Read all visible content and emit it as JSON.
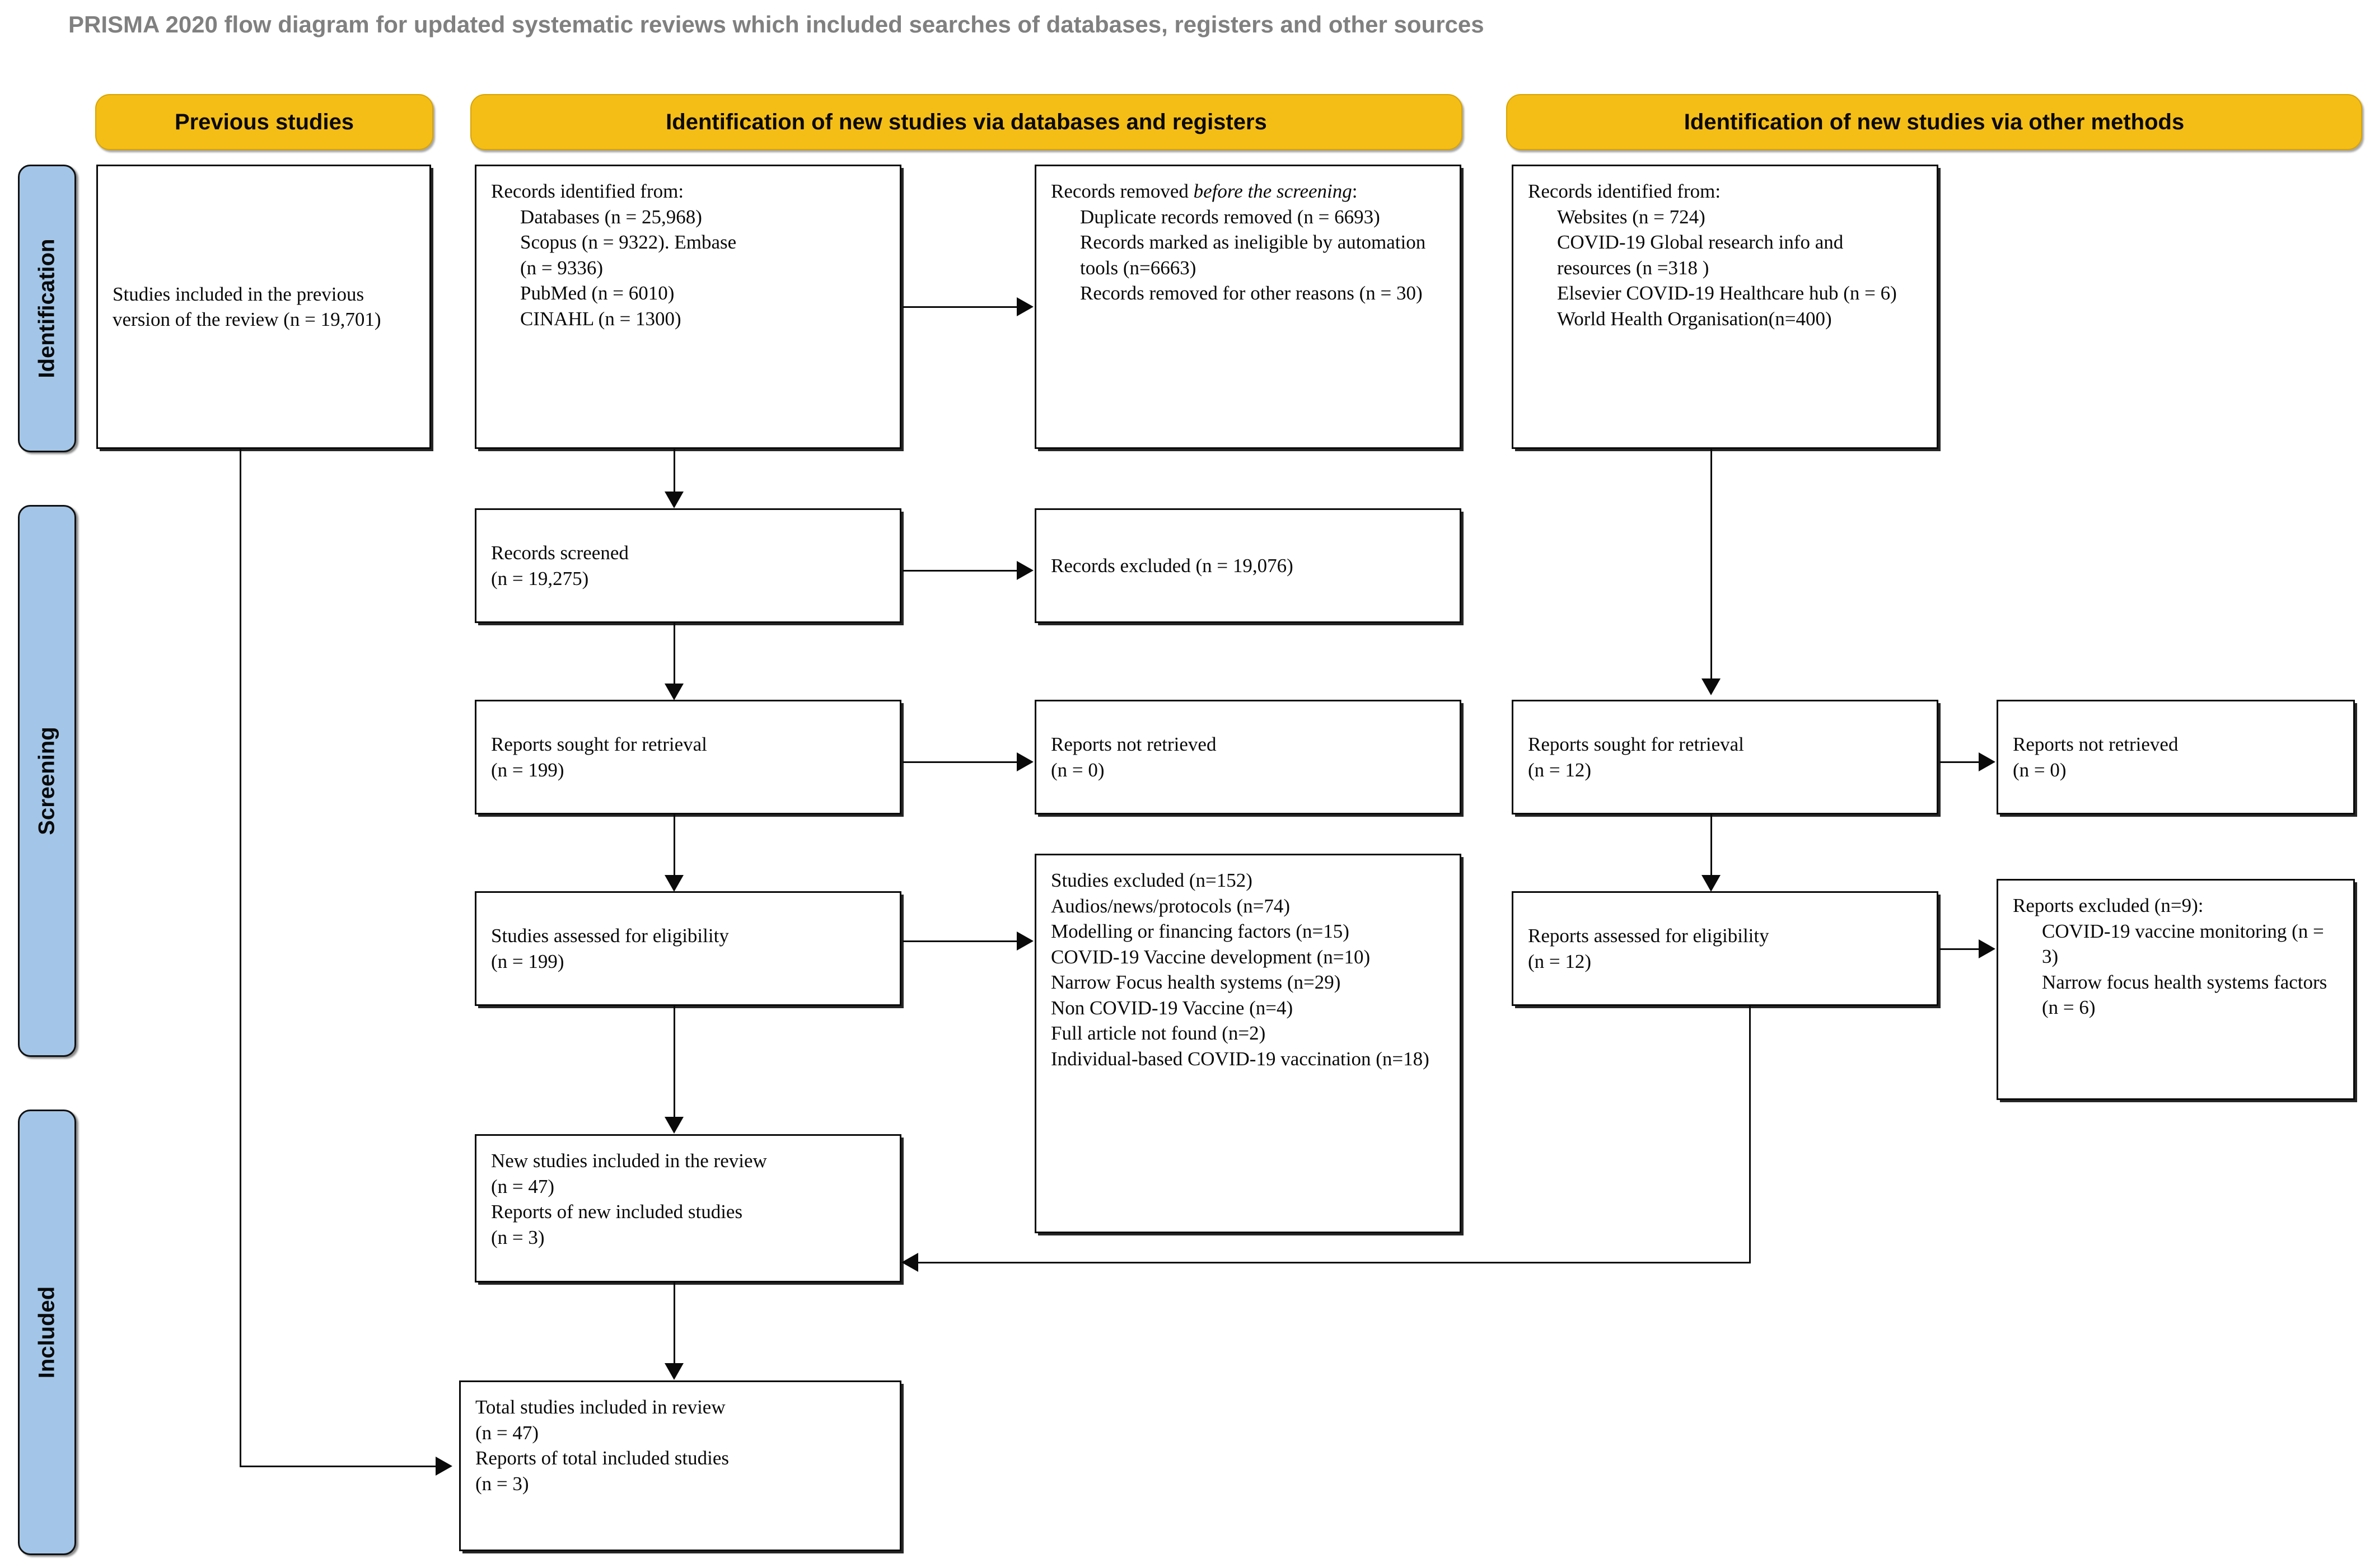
{
  "title": "PRISMA 2020 flow diagram for updated systematic reviews which included searches of databases, registers and other sources",
  "colors": {
    "banner_yellow": "#F5BE17",
    "stage_blue": "#A3C6E8",
    "box_border": "#0A0A0A",
    "title_grey": "#808080"
  },
  "banners": {
    "previous": "Previous studies",
    "databases": "Identification of new studies via databases and registers",
    "other": "Identification of new studies via other methods"
  },
  "stages": {
    "identification": "Identification",
    "screening": "Screening",
    "included": "Included"
  },
  "boxes": {
    "previous_studies": {
      "lines": [
        {
          "text": "Studies included in the previous version of the review (n = 19,701)",
          "indent": false
        }
      ]
    },
    "records_identified": {
      "lines": [
        {
          "text": "Records identified from:",
          "indent": false
        },
        {
          "text": "Databases (n = 25,968)",
          "indent": true
        },
        {
          "text": "Scopus (n = 9322).          Embase",
          "indent": true
        },
        {
          "text": "(n = 9336)",
          "indent": true
        },
        {
          "text": "PubMed (n = 6010)",
          "indent": true
        },
        {
          "text": "CINAHL (n = 1300)",
          "indent": true
        }
      ]
    },
    "records_removed": {
      "heading_plain": "Records removed ",
      "heading_italic": "before the screening",
      "heading_tail": ":",
      "lines": [
        {
          "text": "Duplicate records removed (n = 6693)",
          "indent": true
        },
        {
          "text": "Records marked as ineligible by automation tools (n=6663)",
          "indent": true
        },
        {
          "text": "Records removed for other reasons (n = 30)",
          "indent": true
        }
      ]
    },
    "records_identified_other": {
      "lines": [
        {
          "text": "Records identified from:",
          "indent": false
        },
        {
          "text": "Websites (n = 724)",
          "indent": true
        },
        {
          "text": "COVID-19 Global research info and resources (n =318 )",
          "indent": true
        },
        {
          "text": "Elsevier COVID-19 Healthcare hub (n = 6)",
          "indent": true
        },
        {
          "text": "World Health Organisation(n=400)",
          "indent": true
        }
      ]
    },
    "records_screened": {
      "lines": [
        {
          "text": "Records screened",
          "indent": false
        },
        {
          "text": "(n = 19,275)",
          "indent": false
        }
      ]
    },
    "records_excluded": {
      "lines": [
        {
          "text": "Records excluded (n = 19,076)",
          "indent": false
        }
      ]
    },
    "reports_sought_db": {
      "lines": [
        {
          "text": "Reports sought for retrieval",
          "indent": false
        },
        {
          "text": "(n = 199)",
          "indent": false
        }
      ]
    },
    "reports_not_retrieved_db": {
      "lines": [
        {
          "text": "Reports not retrieved",
          "indent": false
        },
        {
          "text": "(n = 0)",
          "indent": false
        }
      ]
    },
    "studies_assessed": {
      "lines": [
        {
          "text": "Studies assessed for eligibility",
          "indent": false
        },
        {
          "text": "(n = 199)",
          "indent": false
        }
      ]
    },
    "studies_excluded": {
      "lines": [
        {
          "text": "Studies excluded (n=152)",
          "indent": false
        },
        {
          "text": "Audios/news/protocols (n=74)",
          "indent": false
        },
        {
          "text": "Modelling or financing factors (n=15)",
          "indent": false
        },
        {
          "text": "COVID-19 Vaccine development (n=10)",
          "indent": false
        },
        {
          "text": "Narrow Focus health systems (n=29)",
          "indent": false
        },
        {
          "text": "Non COVID-19 Vaccine (n=4)",
          "indent": false
        },
        {
          "text": "Full article not found (n=2)",
          "indent": false
        },
        {
          "text": "Individual-based COVID-19 vaccination (n=18)",
          "indent": false
        }
      ]
    },
    "reports_sought_other": {
      "lines": [
        {
          "text": "Reports sought for retrieval",
          "indent": false
        },
        {
          "text": "(n = 12)",
          "indent": false
        }
      ]
    },
    "reports_not_retrieved_other": {
      "lines": [
        {
          "text": "Reports not retrieved",
          "indent": false
        },
        {
          "text": "(n = 0)",
          "indent": false
        }
      ]
    },
    "reports_assessed_other": {
      "lines": [
        {
          "text": "Reports assessed for eligibility",
          "indent": false
        },
        {
          "text": "(n = 12)",
          "indent": false
        }
      ]
    },
    "reports_excluded_other": {
      "lines": [
        {
          "text": "Reports excluded (n=9):",
          "indent": false
        },
        {
          "text": "COVID-19 vaccine monitoring (n = 3)",
          "indent": true
        },
        {
          "text": "Narrow focus health systems factors (n = 6)",
          "indent": true
        }
      ]
    },
    "new_studies_included": {
      "lines": [
        {
          "text": "New studies included in the review",
          "indent": false
        },
        {
          "text": "(n = 47)",
          "indent": false
        },
        {
          "text": "Reports of new included studies",
          "indent": false
        },
        {
          "text": "(n = 3)",
          "indent": false
        }
      ]
    },
    "total_studies_included": {
      "lines": [
        {
          "text": "Total studies included in review",
          "indent": false
        },
        {
          "text": "(n = 47)",
          "indent": false
        },
        {
          "text": "Reports of total included studies",
          "indent": false
        },
        {
          "text": "(n = 3)",
          "indent": false
        }
      ]
    }
  }
}
